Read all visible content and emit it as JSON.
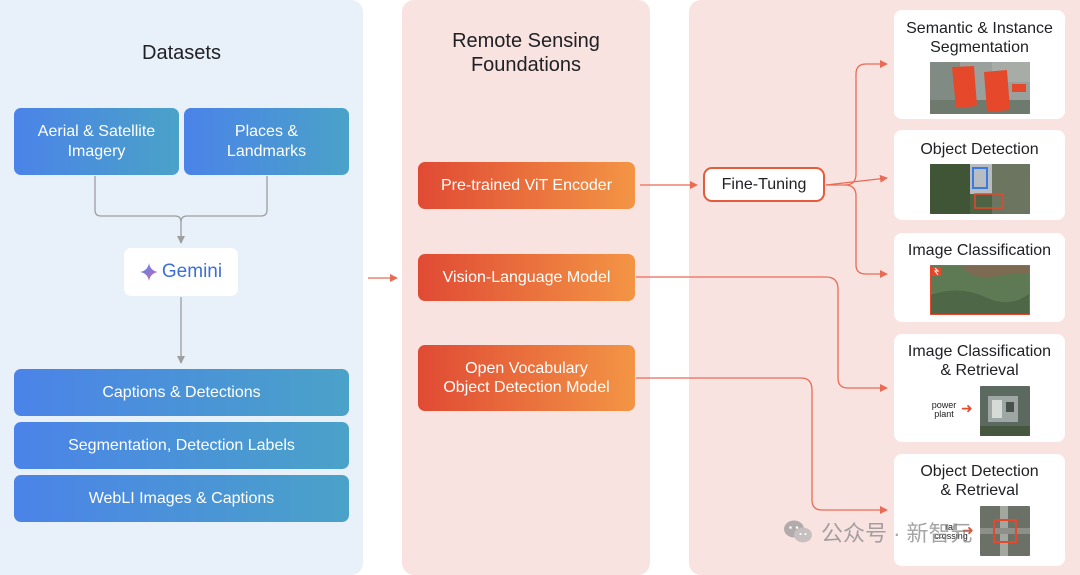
{
  "datasets": {
    "title": "Datasets",
    "sources": [
      {
        "label": "Aerial & Satellite\nImagery"
      },
      {
        "label": "Places &\nLandmarks"
      }
    ],
    "gemini_label": "Gemini",
    "outputs": [
      {
        "label": "Captions & Detections"
      },
      {
        "label": "Segmentation, Detection Labels"
      },
      {
        "label": "WebLI Images & Captions"
      }
    ]
  },
  "foundations": {
    "title": "Remote Sensing\nFoundations",
    "models": [
      {
        "label": "Pre-trained ViT Encoder"
      },
      {
        "label": "Vision-Language Model"
      },
      {
        "label": "Open Vocabulary\nObject Detection Model"
      }
    ]
  },
  "fine_tuning_label": "Fine-Tuning",
  "tasks": [
    {
      "title": "Semantic & Instance\nSegmentation"
    },
    {
      "title": "Object Detection"
    },
    {
      "title": "Image Classification"
    },
    {
      "title": "Image Classification\n& Retrieval",
      "query": "power\nplant"
    },
    {
      "title": "Object Detection\n& Retrieval",
      "query": "rail\ncrossing"
    }
  ],
  "watermark": {
    "text": "公众号 · 新智元"
  },
  "colors": {
    "accent_orange": "#e45c3c",
    "accent_blue": "#4b83e8",
    "connector_gray": "#9e9e9e",
    "panel_blue": "#e8f0fa",
    "panel_pink": "#f9e3e1"
  }
}
